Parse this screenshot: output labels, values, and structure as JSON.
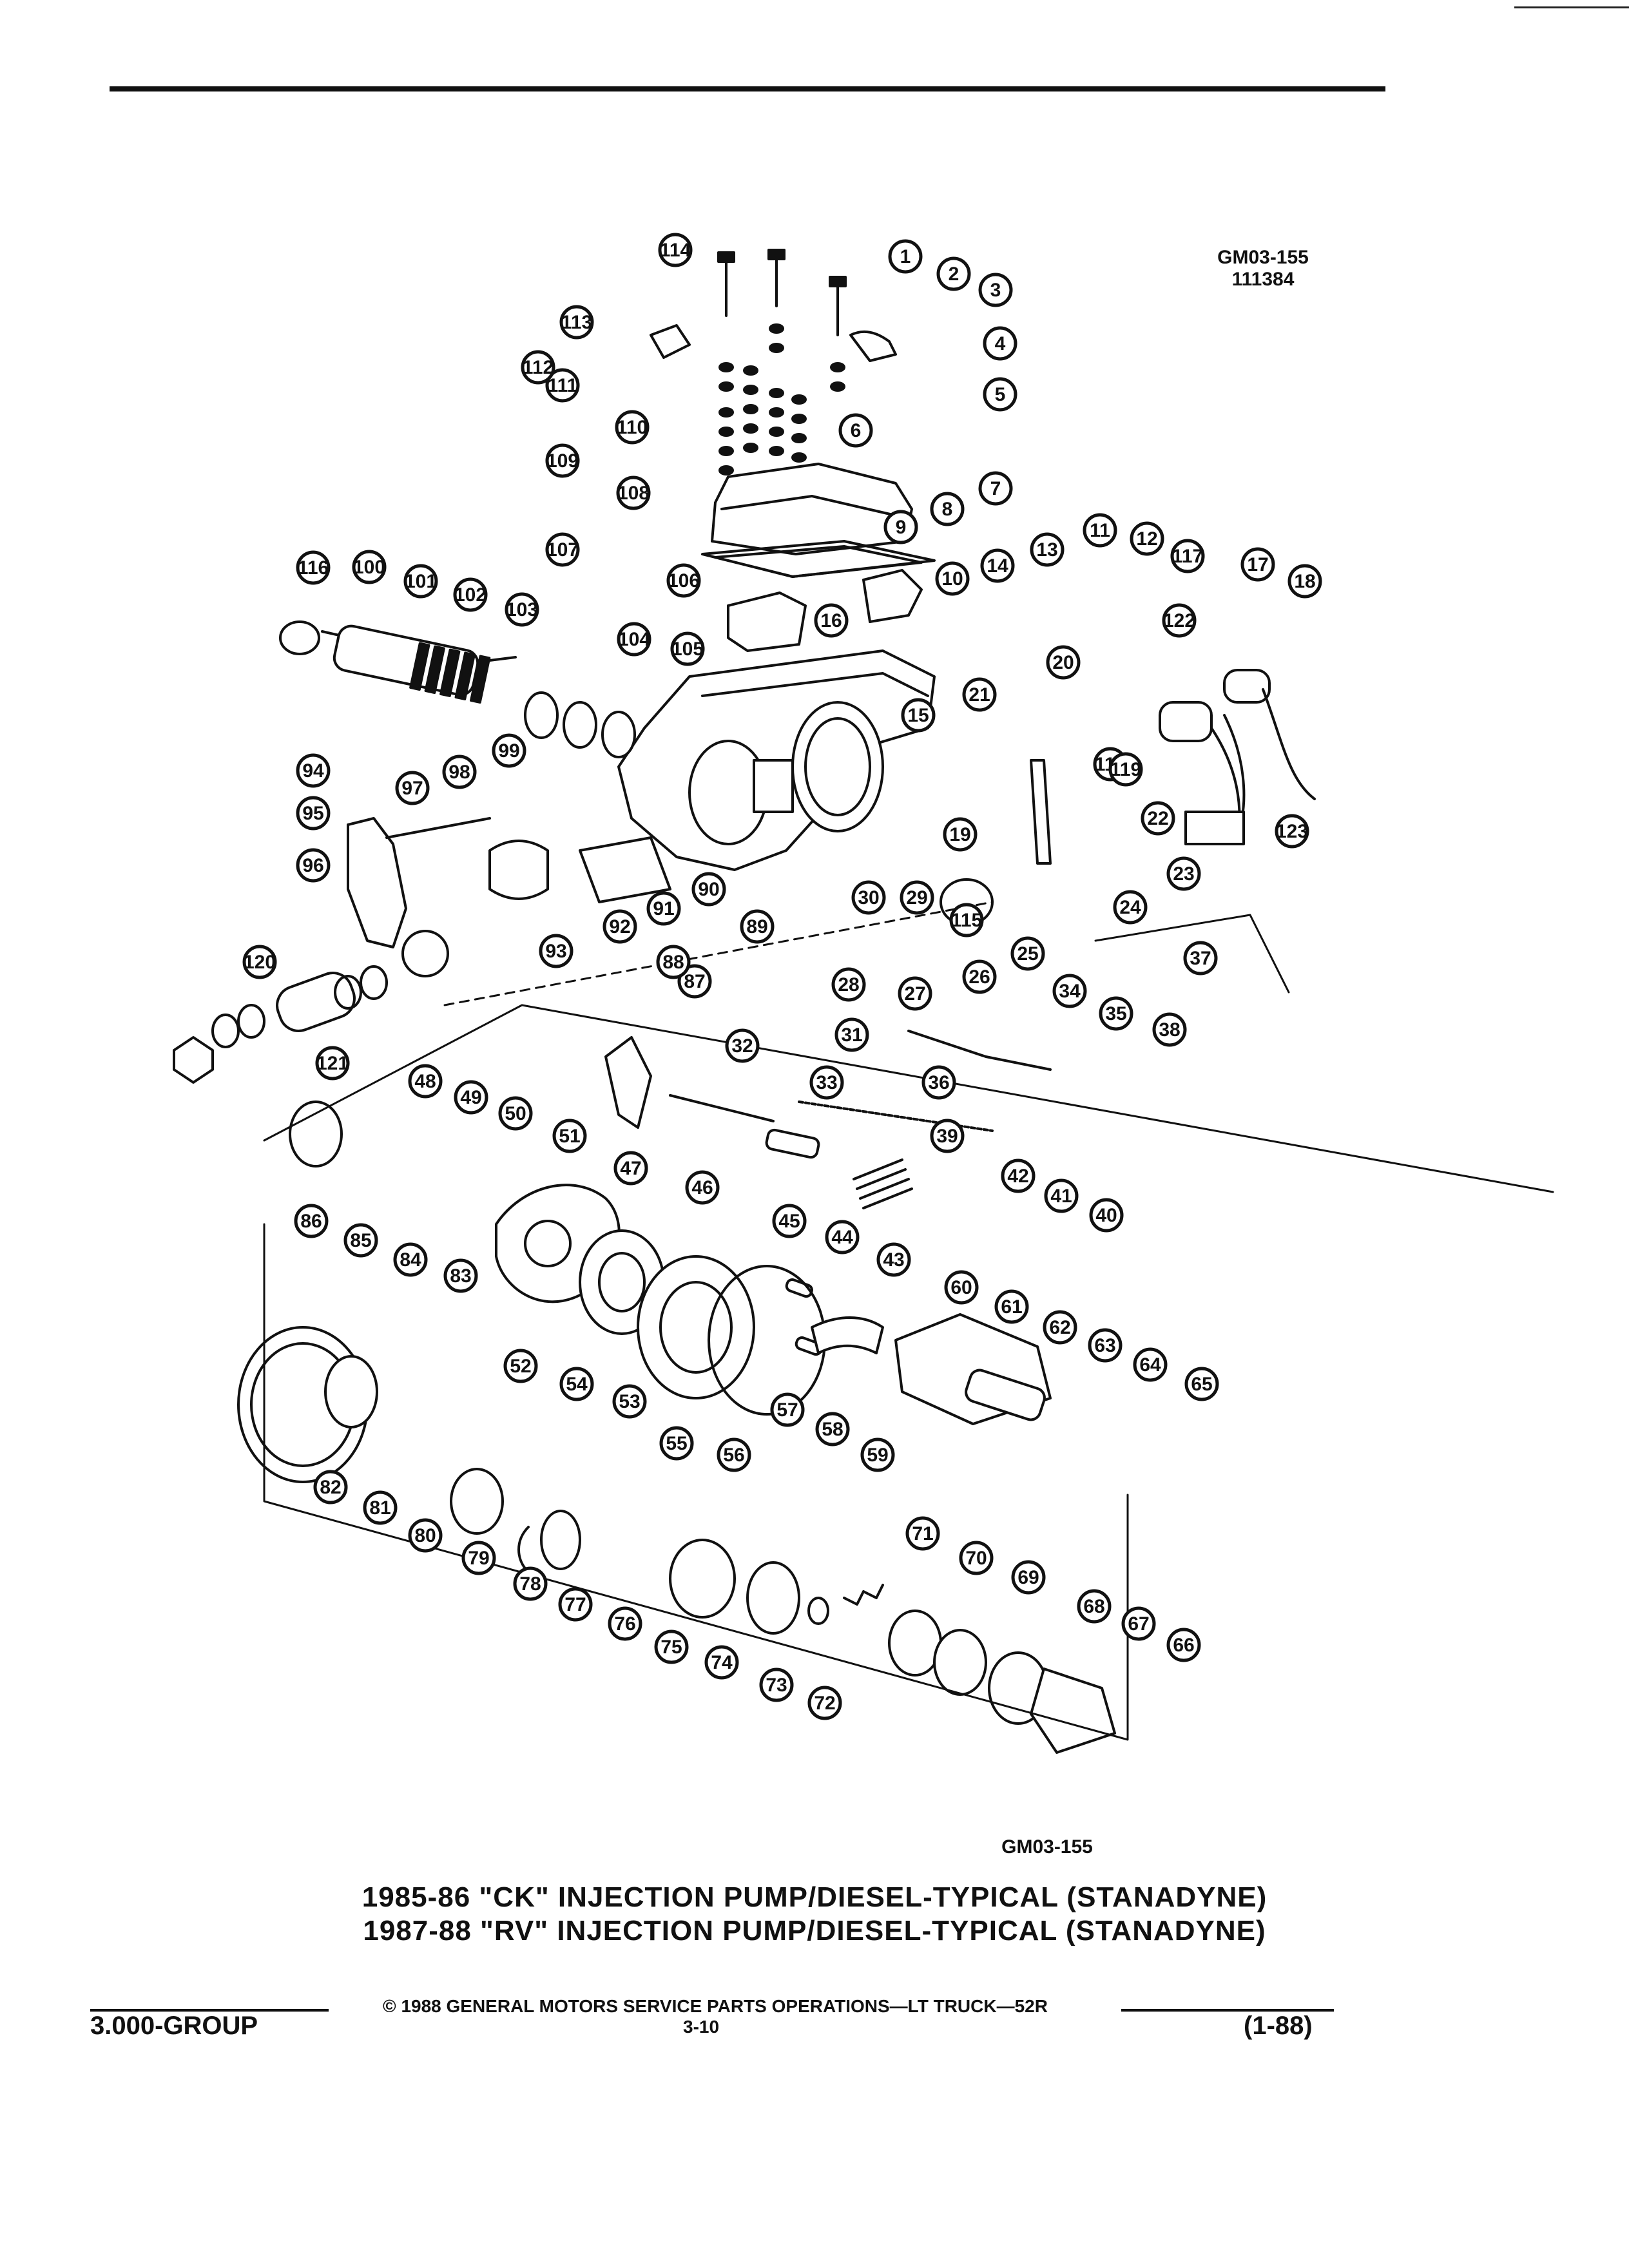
{
  "figure": {
    "code_top": "GM03-155",
    "code_top_sub": "111384",
    "code_bottom": "GM03-155"
  },
  "caption": {
    "line1": "1985-86 \"CK\" INJECTION PUMP/DIESEL-TYPICAL (STANADYNE)",
    "line2": "1987-88 \"RV\" INJECTION PUMP/DIESEL-TYPICAL (STANADYNE)"
  },
  "footer": {
    "copyright": "© 1988 GENERAL MOTORS SERVICE PARTS OPERATIONS—LT TRUCK—52R",
    "group": "3.000-GROUP",
    "page_number": "3-10",
    "date_code": "(1-88)"
  },
  "callouts": [
    "1",
    "2",
    "3",
    "4",
    "5",
    "6",
    "7",
    "8",
    "9",
    "10",
    "11",
    "12",
    "13",
    "14",
    "15",
    "16",
    "17",
    "18",
    "19",
    "20",
    "21",
    "22",
    "23",
    "24",
    "25",
    "26",
    "27",
    "28",
    "29",
    "30",
    "31",
    "32",
    "33",
    "34",
    "35",
    "36",
    "37",
    "38",
    "39",
    "40",
    "41",
    "42",
    "43",
    "44",
    "45",
    "46",
    "47",
    "48",
    "49",
    "50",
    "51",
    "52",
    "53",
    "54",
    "55",
    "56",
    "57",
    "58",
    "59",
    "60",
    "61",
    "62",
    "63",
    "64",
    "65",
    "66",
    "67",
    "68",
    "69",
    "70",
    "71",
    "72",
    "73",
    "74",
    "75",
    "76",
    "77",
    "78",
    "79",
    "80",
    "81",
    "82",
    "83",
    "84",
    "85",
    "86",
    "87",
    "88",
    "89",
    "90",
    "91",
    "92",
    "93",
    "94",
    "95",
    "96",
    "97",
    "98",
    "99",
    "100",
    "101",
    "102",
    "103",
    "104",
    "105",
    "106",
    "107",
    "108",
    "109",
    "110",
    "111",
    "112",
    "113",
    "114",
    "115",
    "116",
    "117",
    "118",
    "119",
    "120",
    "121",
    "122",
    "123"
  ]
}
